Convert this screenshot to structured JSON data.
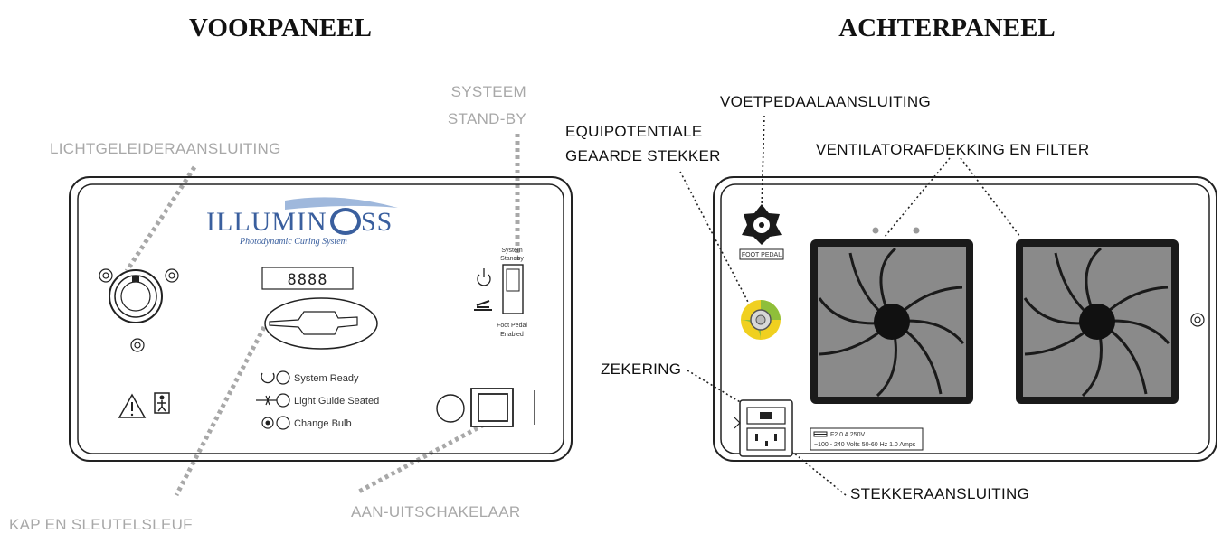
{
  "front_panel": {
    "title": "VOORPANEEL",
    "callouts": {
      "light_guide_port": "LICHTGELEIDERAANSLUITING",
      "system_standby_line1": "SYSTEEM",
      "system_standby_line2": "STAND-BY",
      "cap_keyslot": "KAP EN SLEUTELSLEUF",
      "power_switch": "AAN-UITSCHAKELAAR"
    },
    "logo": {
      "brand_left": "ILLUMIN",
      "brand_right": "SS",
      "subtitle": "Photodynamic Curing System"
    },
    "display": "8888",
    "switch_labels": {
      "top_line1": "System",
      "top_line2": "Standby",
      "bottom_line1": "Foot Pedal",
      "bottom_line2": "Enabled"
    },
    "indicators": [
      {
        "label": "System Ready"
      },
      {
        "label": "Light Guide Seated"
      },
      {
        "label": "Change Bulb"
      }
    ]
  },
  "rear_panel": {
    "title": "ACHTERPANEEL",
    "callouts": {
      "foot_pedal_port": "VOETPEDAALAANSLUITING",
      "equipotential_line1": "EQUIPOTENTIALE",
      "equipotential_line2": "GEAARDE STEKKER",
      "fan_cover": "VENTILATORAFDEKKING EN FILTER",
      "fuse": "ZEKERING",
      "power_inlet": "STEKKERAANSLUITING"
    },
    "foot_pedal_label": "FOOT PEDAL",
    "fuse_rating_line1": "F2.0 A 250V",
    "fuse_rating_line2": "~100 - 240 Volts 50-60 Hz 1.0 Amps"
  },
  "colors": {
    "callout_grey": "#a8a8a8",
    "logo_blue": "#3a5f9e",
    "fan_grey": "#8a8a8a",
    "ground_green": "#8fbf3a",
    "ground_yellow": "#f0d020"
  }
}
